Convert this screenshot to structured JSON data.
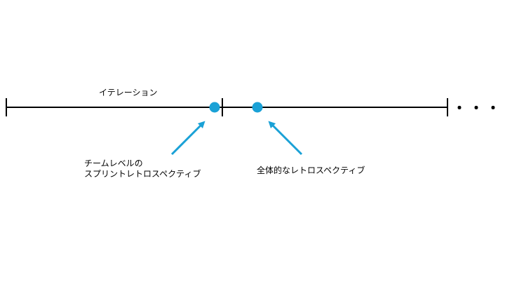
{
  "timeline": {
    "iteration_label": "イテレーション",
    "continuation": "・・・",
    "line_color": "#000000"
  },
  "markers": {
    "color": "#1aa1d6",
    "team_retro": {
      "line1": "チームレベルの",
      "line2": "スプリントレトロスペクティブ"
    },
    "whole_retro": {
      "label": "全体的なレトロスペクティブ"
    }
  }
}
